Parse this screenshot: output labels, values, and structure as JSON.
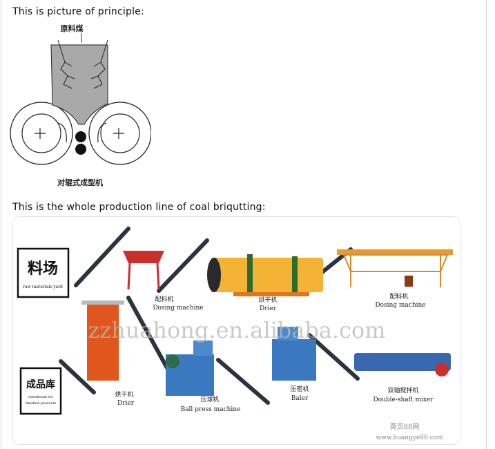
{
  "captions": {
    "principle": "This is picture of principle:",
    "production_line": "This is the whole production line of coal briqutting:"
  },
  "principle_figure": {
    "top_label": "原料煤",
    "bottom_label": "对辊式成型机"
  },
  "production_figure": {
    "raw_yard": {
      "cn": "料场",
      "en": "raw materials yard"
    },
    "warehouse": {
      "cn": "成品库",
      "en_line1": "warehouse for",
      "en_line2": "finished products"
    },
    "machines": [
      {
        "cn": "配料机",
        "en": "Dosing machine"
      },
      {
        "cn": "烘干机",
        "en": "Drier"
      },
      {
        "cn": "配料机",
        "en": "Dosing machine"
      },
      {
        "cn": "烘干机",
        "en": "Drier"
      },
      {
        "cn": "压球机",
        "en": "Ball press machine"
      },
      {
        "cn": "压密机",
        "en": "Baler"
      },
      {
        "cn": "双轴搅拌机",
        "en": "Double-shaft mixer"
      }
    ],
    "watermark": "zzhuahong.en.alibaba.com",
    "source_mark": {
      "cn": "黄页88网",
      "url": "www.huangye88.com"
    }
  }
}
